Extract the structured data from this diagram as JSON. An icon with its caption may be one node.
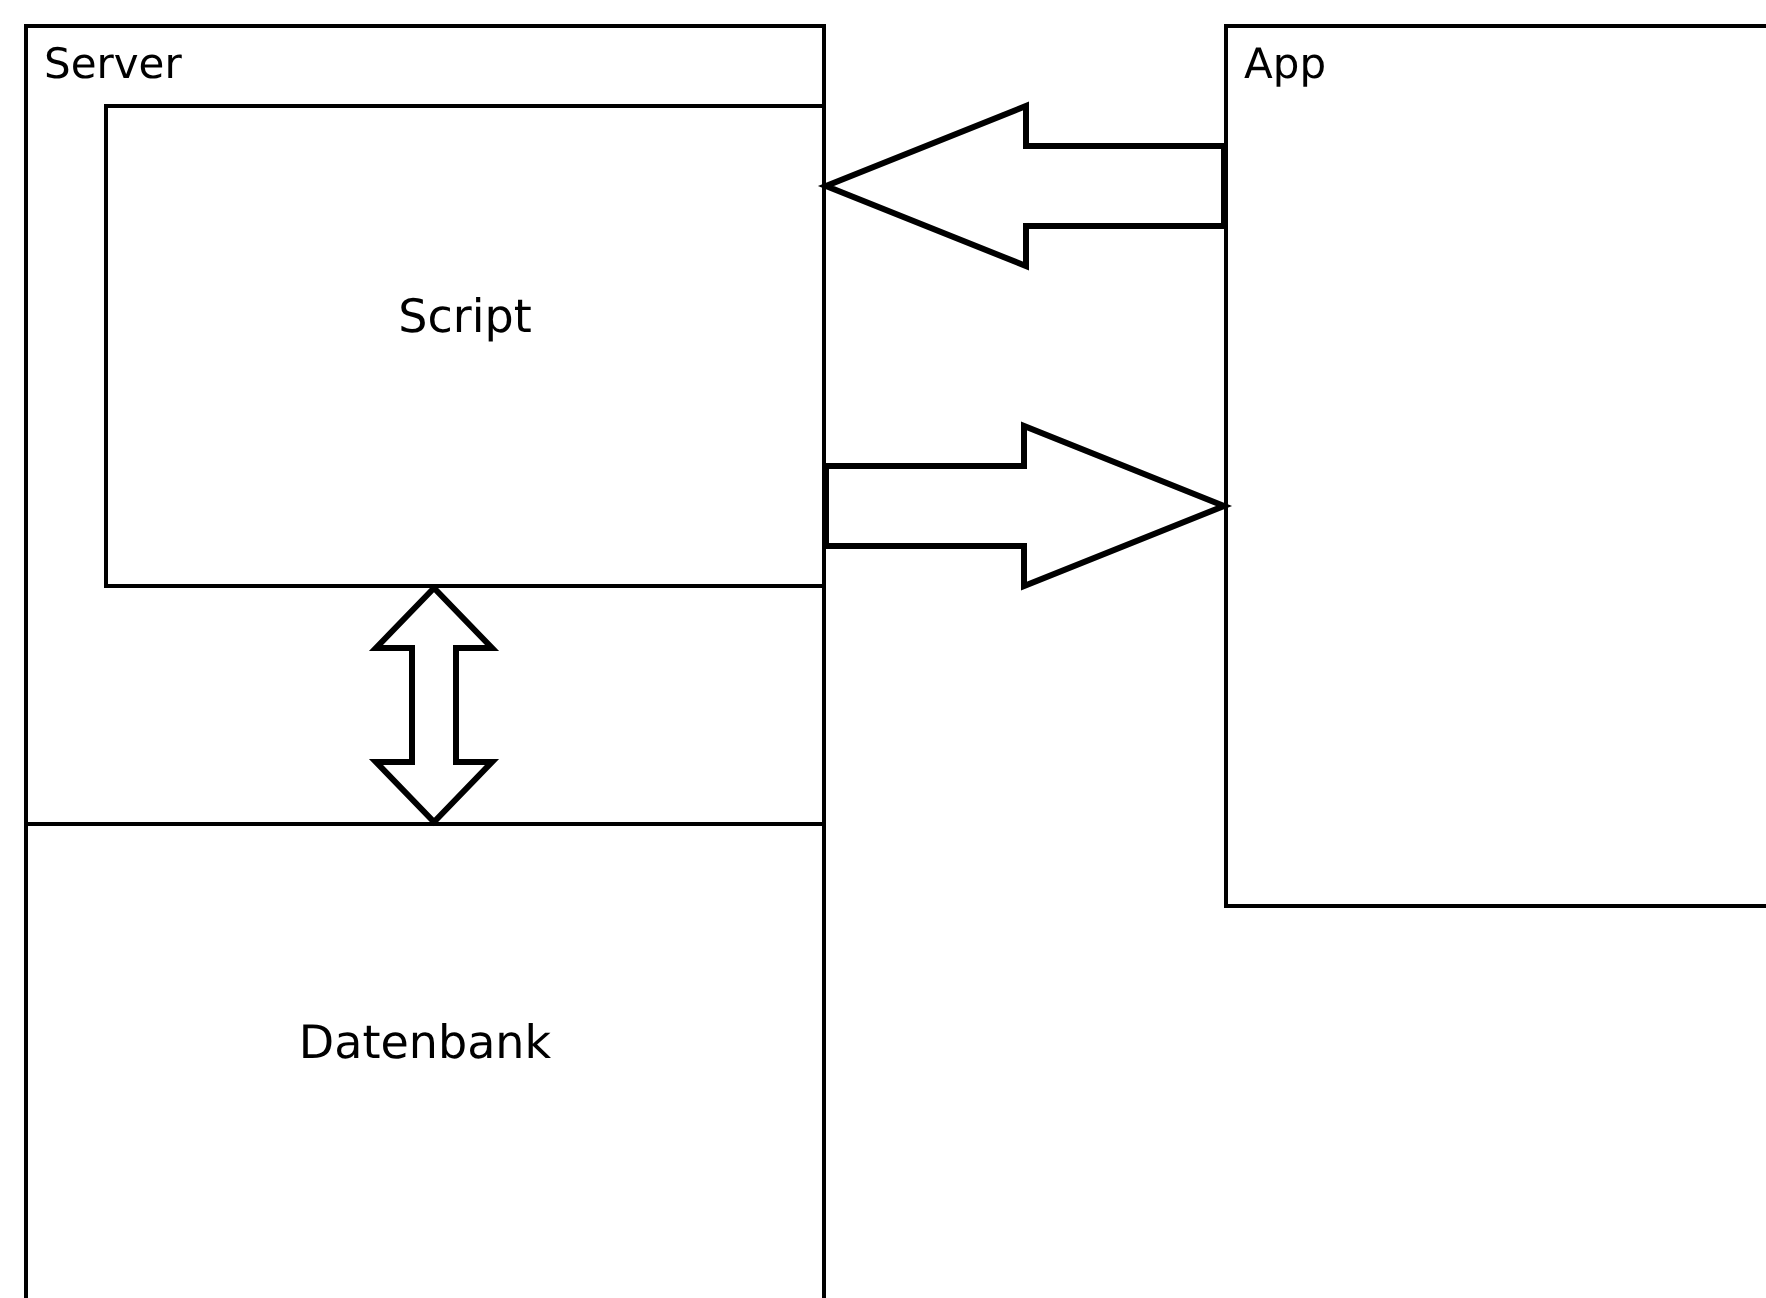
{
  "diagram": {
    "nodes": [
      {
        "text": [
          "Server"
        ]
      },
      {
        "text": [
          "Script"
        ],
        "in": 0
      },
      {
        "text": [
          "Datenbank"
        ],
        "in": 0
      },
      {
        "text": [
          "App"
        ]
      }
    ],
    "edges": [
      {
        "from": 3,
        "to": 1,
        "arrow": "to"
      },
      {
        "from": 1,
        "to": 3,
        "arrow": "to"
      },
      {
        "from": 1,
        "to": 2,
        "arrow": "both"
      }
    ]
  }
}
